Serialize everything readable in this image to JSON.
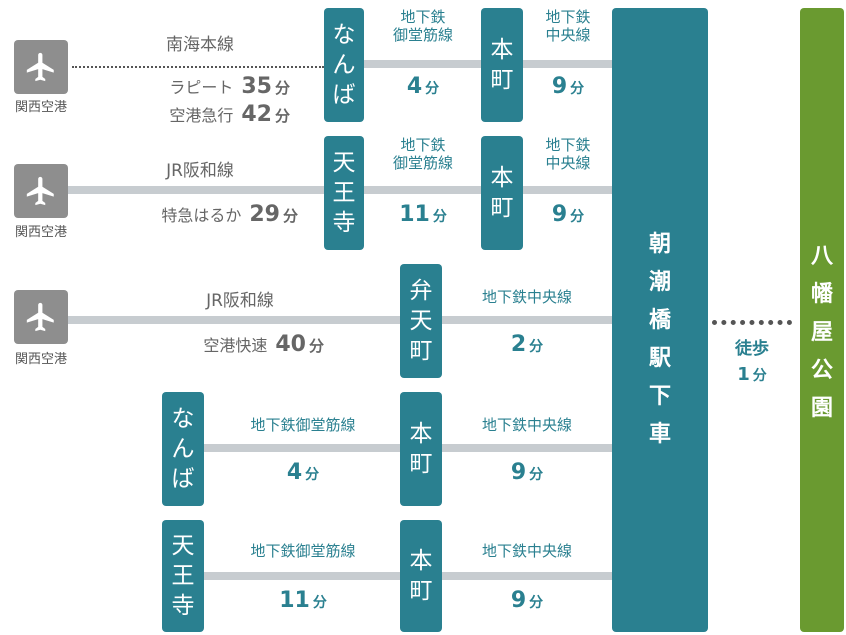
{
  "airport": {
    "label": "関西空港",
    "icon": "airplane-icon"
  },
  "row1": {
    "route": "南海本線",
    "services": [
      {
        "name": "ラピート",
        "num": "35",
        "unit": "分"
      },
      {
        "name": "空港急行",
        "num": "42",
        "unit": "分"
      }
    ],
    "station1": "な\nん\nば",
    "line1": "地下鉄\n御堂筋線",
    "time1": "4",
    "unit1": "分",
    "station2": "本\n町",
    "line2": "地下鉄\n中央線",
    "time2": "9",
    "unit2": "分"
  },
  "row2": {
    "route": "JR阪和線",
    "service": {
      "name": "特急はるか",
      "num": "29",
      "unit": "分"
    },
    "station1": "天\n王\n寺",
    "line1": "地下鉄\n御堂筋線",
    "time1": "11",
    "unit1": "分",
    "station2": "本\n町",
    "line2": "地下鉄\n中央線",
    "time2": "9",
    "unit2": "分"
  },
  "row3": {
    "route": "JR阪和線",
    "service": {
      "name": "空港快速",
      "num": "40",
      "unit": "分"
    },
    "station": "弁\n天\n町",
    "line": "地下鉄中央線",
    "time": "2",
    "unit": "分"
  },
  "row4": {
    "station1": "な\nん\nば",
    "line1": "地下鉄御堂筋線",
    "time1": "4",
    "unit1": "分",
    "station2": "本\n町",
    "line2": "地下鉄中央線",
    "time2": "9",
    "unit2": "分"
  },
  "row5": {
    "station1": "天\n王\n寺",
    "line1": "地下鉄御堂筋線",
    "time1": "11",
    "unit1": "分",
    "station2": "本\n町",
    "line2": "地下鉄中央線",
    "time2": "9",
    "unit2": "分"
  },
  "destination_station": "朝\n潮\n橋\n駅\n下\n車",
  "walk": {
    "label": "徒歩",
    "num": "1",
    "unit": "分"
  },
  "park": "八\n幡\n屋\n公\n園",
  "colors": {
    "teal": "#2a8090",
    "green": "#6a9a30",
    "gray_line": "#c7ccd0",
    "airport_gray": "#8e8e8e"
  }
}
